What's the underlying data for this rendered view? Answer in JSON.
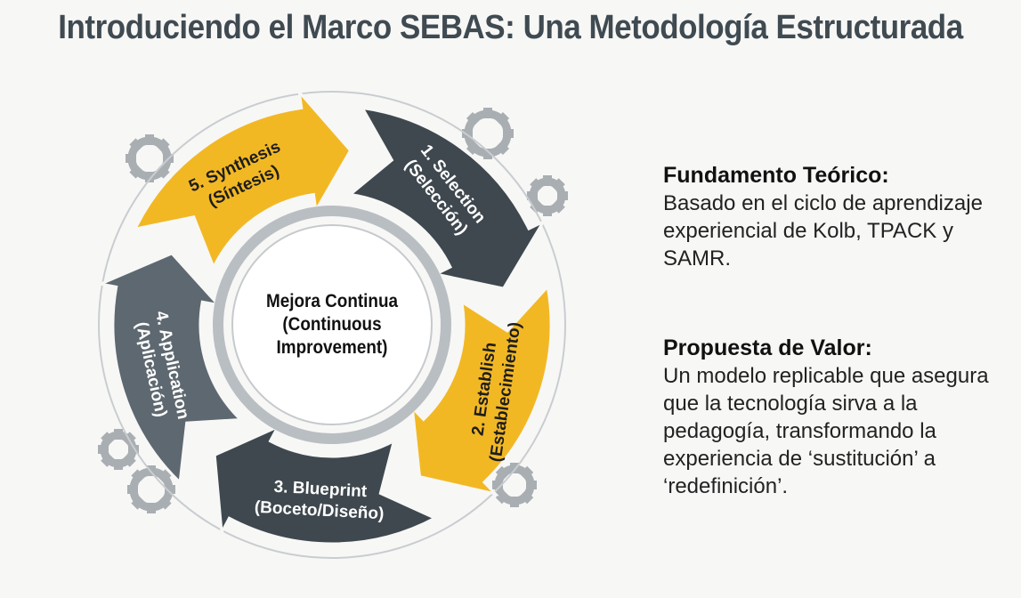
{
  "title": "Introduciendo el Marco SEBAS: Una Metodología Estructurada",
  "center": {
    "line1": "Mejora Continua",
    "line2": "(Continuous",
    "line3": "Improvement)"
  },
  "steps": [
    {
      "line1": "5. Synthesis",
      "line2": "(Síntesis)",
      "color": "#f2b824",
      "text_color": "#1d1d1d"
    },
    {
      "line1": "1. Selection",
      "line2": "(Selección)",
      "color": "#3f484f",
      "text_color": "#ffffff"
    },
    {
      "line1": "2. Establish",
      "line2": "(Establecimiento)",
      "color": "#f2b824",
      "text_color": "#1d1d1d"
    },
    {
      "line1": "3. Blueprint",
      "line2": "(Boceto/Diseño)",
      "color": "#3f484f",
      "text_color": "#ffffff"
    },
    {
      "line1": "4. Application",
      "line2": "(Aplicación)",
      "color": "#5e6870",
      "text_color": "#ffffff"
    }
  ],
  "fundamento": {
    "heading": "Fundamento Teórico:",
    "text": "Basado en el ciclo de aprendizaje experiencial de Kolb, TPACK y SAMR."
  },
  "propuesta": {
    "heading": "Propuesta de Valor:",
    "text": "Un modelo replicable que asegura que la tecnología sirva a la pedagogía, transformando la experiencia de ‘sustitución’ a ‘redefinición’."
  }
}
